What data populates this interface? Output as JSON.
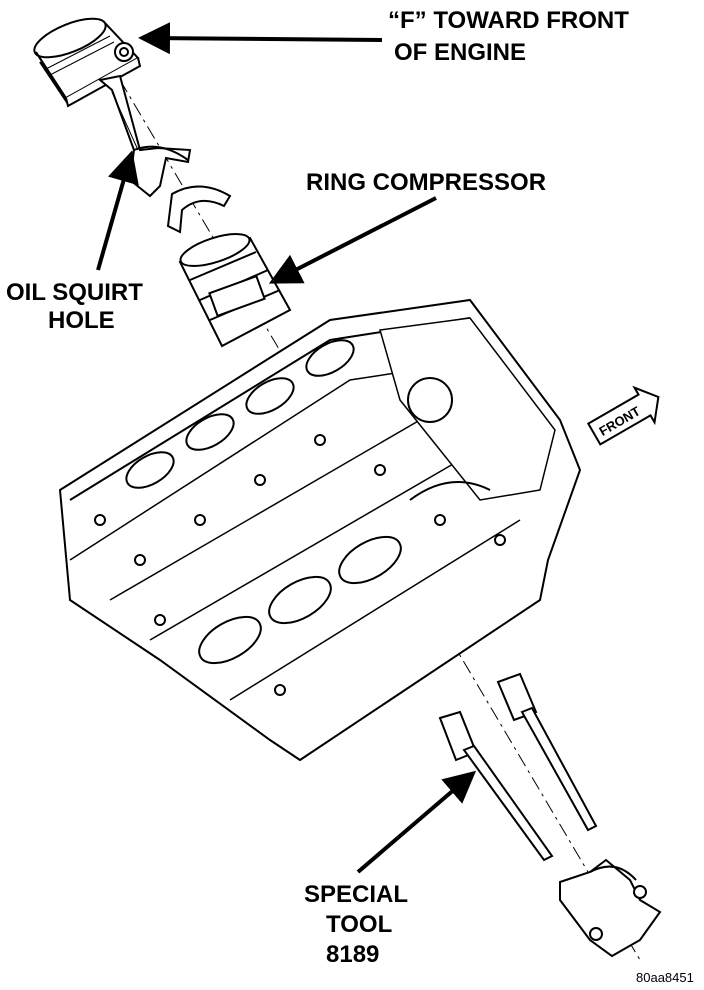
{
  "labels": {
    "front_of_engine_line1": "“F” TOWARD FRONT",
    "front_of_engine_line2": "OF ENGINE",
    "ring_compressor": "RING COMPRESSOR",
    "oil_squirt_line1": "OIL SQUIRT",
    "oil_squirt_line2": "HOLE",
    "front_arrow": "FRONT",
    "special_tool_line1": "SPECIAL",
    "special_tool_line2": "TOOL",
    "special_tool_line3": "8189",
    "figure_id": "80aa8451"
  }
}
